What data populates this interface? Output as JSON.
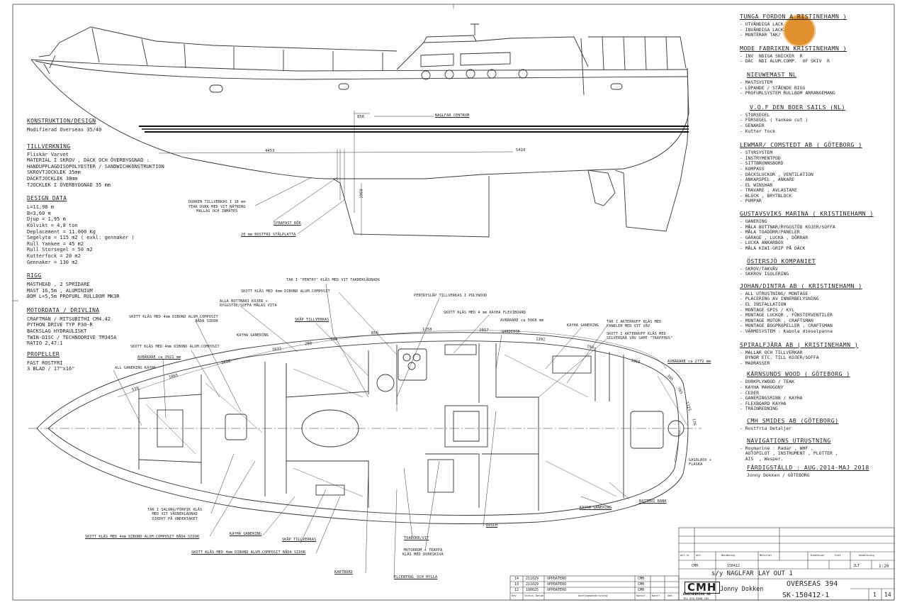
{
  "sheet": {
    "name": "s/y NAGFLAR",
    "layout": "LAY OUT 1"
  },
  "left": {
    "sections": [
      {
        "title": "KONSTRUKTION/DESIGN",
        "body": "Modifierad Overseas 35/40"
      },
      {
        "title": "TILLVERKNING",
        "body": "Fliskär Varvet\nMATERIAL I SKROV , DÄCK OCH ÖVERBYGGNAD :\nHANDUPPLAGDISOPOLYESTER / SANDWICHKONSTRUKTION\nSKROVTJOCKLEK 35mm\nDÄCKTJOCKLEK 38mm\nTJOCKLEK I ÖVERBYGGNAD 35 mm"
      },
      {
        "title": "DESIGN DATA",
        "body": "L=11,98 m\nB=3,60 m\nDjup = 1,95 m\nKölvikt = 4,8 ton\nDeplacement = 11.000 Kg\nSegelyta = 115 m2 ( exkl: gennaker )\nRull Yankee = 45 m2\nRull Storsegel = 50 m2\nKutterfock = 20 m2\nGennaker = 130 m2"
      },
      {
        "title": "RIGG",
        "body": "MASTHEAD , 2 SPRIDARE\nMAST 16,5m , ALUMINIUM\nBOM L=5,5m PROFURL RULLBOM MK3R"
      },
      {
        "title": "MOTORDATA / DRIVLINA",
        "body": "CRAFTMAN / MITSUBITHI CM4.42\nPYTHON DRIVE TYP P30-R\nBACKSLAG HYDRAULISKT\nTWIN-DISC / TECHNODRIVE TM345A\nRATIO 2,47:1"
      },
      {
        "title": "PROPELLER",
        "body": "FAST ROSTFRI\n3 BLAD / 17\"x16\""
      }
    ]
  },
  "right": {
    "sections": [
      {
        "title": "TUNGA FORDON A   RISTINEHAMN )",
        "body": "- UTVÄNDIGA LACK\n- INVÄNDIGA LACK\n- MONTERAR TAK/"
      },
      {
        "title": "MODE    FABRIKEN     KRISTINEHAMN )",
        "body": "- INV  NDIGA SNICKER  R\n- DÄC  NDI ALUM.COMP.  OF SKIV  R"
      },
      {
        "title": "NIEUWEMAST NL",
        "body": "- MASTSYSTEM\n- LÖPANDE / STÅENDE RIGG\n- PROFURLSYSTEM RULLBOM ARRANGEMANG"
      },
      {
        "title": "V.O.F DEN BOER SAILS (NL)",
        "body": "- STORSEGEL\n- FÖRSEGEL ( Yankee cut )\n- GENAKER\n- Kutter fock"
      },
      {
        "title": "LEWMAR/ COMSTEDT AB ( GÖTEBORG )",
        "body": "- STYRSYSTEM\n- INSTRYMENTPOD\n- SITTBRUNNSBORD\n- KOMPASS\n- DÄCKSLUCKOR , VENTILATION\n- ANKARSPEL , ANKARE\n- EL WINSHAR\n- TRAVARE , AVLASTARE\n- BLOCK , BRYTBLOCK\n- PUMPAR"
      },
      {
        "title": "GUSTAVSVIKS MARINA ( KRISTINEHAMN )",
        "body": "- GANERING\n- MÅLA BOTTNAR/RYGGSTÖD KOJER/SOFFA\n- MÅLA TOADÖRR/PANELER\n- GARAGE , LUCKA , DÖRRAR\n- LUCKA ANKARBOX\n- MÅLA KIWI-GRIP PÅ DÄCK"
      },
      {
        "title": "ÖSTERSJÖ KOMPANIET",
        "body": "- SKROV/TAKVÄV\n- SKKROV ISOLERING"
      },
      {
        "title": "JOHAN/DINTRA AB  ( KRISTINEHAMN )",
        "body": "- ALL UTRUSTNING/ MONTAGE\n- PLACERING AV INNERBELYSNING\n- EL INSTALLATION\n- MONTAGE SPIS / KYL\n- MONTAGE LUCKOR , FÖNSTERVENTILER\n- MONTAGE MOTOR , CRAFTSMAN\n- MONTAGE BOGPROPELLER , CRAFTSMAN\n- VÄRMESYSTEM : Kabola dieselpanna"
      },
      {
        "title": "SPIRALFJÄRA AB  ( KRISTINEHAMN )",
        "body": "- MALLAR OCH TILLVERKAR\n  DYNOR ETC. TILL KOJER/SOFFA\n- MADRASSER"
      },
      {
        "title": "KÄRNSUNDS WOOD  ( GÖTEBORG )",
        "body": "- DURKPLYWOOD / TEAK\n- KAYHA MAHOGONY\n- CEDER\n- GANERINGSRIBB / KAYHA\n- FLEXBOARD KAYHA\n- TRÄINREDNING"
      },
      {
        "title": "CMH SMIDES AB  (GÖTEBORG)",
        "body": "- Rostfria Detaljer"
      },
      {
        "title": "NAVIGATIONS UTRUSTNING",
        "body": "- Roymarine : Radar , WHF ,\n  AUTOPILOT , INSTRUMENT , PLOTTER ,\n  AIS  , Wesper."
      },
      {
        "title": "FÄRDIGSTÄLLD : AUG.2014-MAJ 2018",
        "body": "Jonny Dokken / GÖTEBORG"
      }
    ]
  },
  "profile_labels": {
    "naglfar_centrum": "NAGLFAR CENTRUM",
    "d856": "856",
    "d4453": "4453",
    "d5410": "5410",
    "d1950": "1950",
    "durken": "DURKEN TILLVERKAS I 18 mm\nTEAK DURK MED VIT NÄTNING\nMALLAS OCH INMÄTES",
    "syrafast": "SYRAFAST RÖR",
    "rostfri": "20 mm ROSTFRI STÅLPLATTA"
  },
  "plan_labels": {
    "tak_pentry": "TAK I \"PENTRY\" KLÄS MED VIT TAKBEKLÄDNADG",
    "skott1": "SKOTT KLÄS MED 4mm DIBOND  ALUM.COMPOSIT",
    "pentrysl": "PENTRYSLÅP TILLVERKAS I POLYWOOD",
    "alla_bottnar": "ALLA BOTTNARI KOJER +\nRYGGSTÖD/SOFFA MÅLAS VITA",
    "skott_bada": "SKOTT KLÄS MED 4mm DIBOND ALUM.COMPOSIT\nBÅDA SIDOR",
    "skap1": "SKÅP TILLVERKAS",
    "skott_kayha": "SKOTT KLÄS MED 4 mm KAYHA FLEXIBOARD",
    "avb5068": "AVBÄRARE ca 5068 mm",
    "garderob": "GARDEROB",
    "kayha_gan1": "KAYHA GANERING",
    "tak_akter": "TAK I AKTERRUFF KLÄS MED\nPANELER MED VIT VÄV",
    "skott_akter": "SKOTT I AKTERRUFF KLÄS MED\nSILVERGRÅ VÄV SAMT \"TRAPPHUS\"",
    "kayha_gan2": "KAYHA GANERING",
    "skott2": "SKOTT KLÄS MED 4mm DIBOND ALUM.COMPOSIT",
    "avb3921": "AVBÄRARE ca 3921 mm",
    "alla_gan": "ALL GANERING KAYHA",
    "avb2772": "AVBÄRARE ca 2772 mm",
    "gasolbox": "GASOLBOX +\nFLASKA",
    "batteri": "BATTERI BANK",
    "kayha_gan3": "KAYHA GANERING",
    "tak_salong": "TAK I SALONG/FÖRPIK KLÄS\nMED VIT VÄVBEKLÄDNAD\nDIREKT PÅ UNDERTAKET",
    "skott_bada2": "SKOTT KLÄS MED 4mm DIBOND ALUM.COMPOSIT BÅDA SIDOR",
    "kayha_gan4": "KAYHA GANERING",
    "skap2": "SKÅP TILLVERKAS",
    "skott_bada3": "SKOTT KLÄS MED 4mm DIBOND ALUM.COMPOSIT BÅDA SIDOR",
    "dusch": "DUSCH",
    "toadorr": "TOADÖRR/VIT",
    "motorrum": "MOTORRUM + TRAPPA\nKLÄS MED DURKSKIVA",
    "kartbord": "KARTBORD",
    "elcentral": "ELCENTRAL OCH HYLLA",
    "dims": [
      "539",
      "1065",
      "1038",
      "1031",
      "288",
      "748",
      "856",
      "1158",
      "1017",
      "1291",
      "750",
      "1065",
      "395",
      "765",
      "1225",
      "176"
    ]
  },
  "revisions": [
    {
      "no": "14",
      "date": "211029",
      "text": "UPPDATERO",
      "by": "CMH"
    },
    {
      "no": "13",
      "date": "211029",
      "text": "UPPDATERO",
      "by": "CMH"
    },
    {
      "no": "12",
      "date": "180625",
      "text": "UPPDATERO",
      "by": "CMH"
    }
  ],
  "revision_headers": [
    "Rev.",
    "Status",
    "Datum",
    "Ändringsbeskrivning",
    "Konstr.",
    "Kontr.",
    "Gdk."
  ],
  "title_block": {
    "kund": "CMH",
    "project": "150412",
    "ritad": "JLT",
    "scale": "1:20",
    "title1": "s/y NAGLFAR",
    "title2": "LAY OUT 1",
    "model": "OVERSEAS 394",
    "designer": "Jonny Dokken",
    "drawing_no": "SK-150412-1",
    "rev": "1",
    "sheet": "14",
    "company": "CMH",
    "company_sub": "ENGINEERING AB",
    "phone": "TEL 070 6058 192",
    "small_headers": [
      "Ant.nr",
      "Ant.",
      "Benämning",
      "Material",
      "Dimension",
      "Vikt",
      "Anmärkning"
    ]
  },
  "colors": {
    "line": "#333333",
    "logo": "#e0902e",
    "stripe": "#111111"
  }
}
